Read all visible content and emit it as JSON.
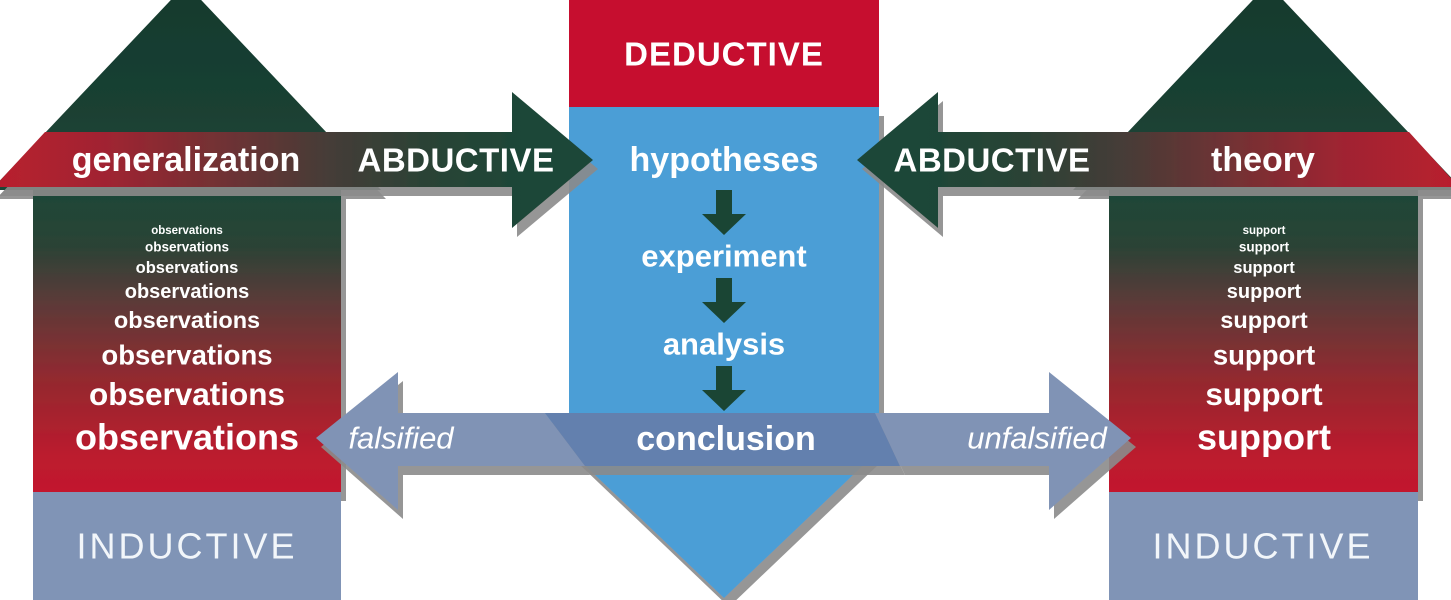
{
  "center": {
    "header": "DEDUCTIVE",
    "steps": [
      "hypotheses",
      "experiment",
      "analysis"
    ],
    "conclusion": "conclusion"
  },
  "left_column": {
    "top_label": "generalization",
    "items": [
      "observations",
      "observations",
      "observations",
      "observations",
      "observations",
      "observations",
      "observations",
      "observations"
    ],
    "bottom_label": "INDUCTIVE"
  },
  "right_column": {
    "top_label": "theory",
    "items": [
      "support",
      "support",
      "support",
      "support",
      "support",
      "support",
      "support",
      "support"
    ],
    "bottom_label": "INDUCTIVE"
  },
  "band": {
    "left_label": "ABDUCTIVE",
    "right_label": "ABDUCTIVE"
  },
  "outcomes": {
    "left": "falsified",
    "right": "unfalsified"
  },
  "colors": {
    "deep_green": "#1d4637",
    "roof_green": "#14392d",
    "bright_red": "#c2182e",
    "header_red": "#c60e2f",
    "sky_blue": "#4c9ed6",
    "slate_arrow": "#8093b5",
    "slate_dark_band": "#6380ae",
    "inductive_box": "#8094b6",
    "mini_arrow_green": "#1a4534",
    "shadow_gray": "#8a8a8a"
  }
}
